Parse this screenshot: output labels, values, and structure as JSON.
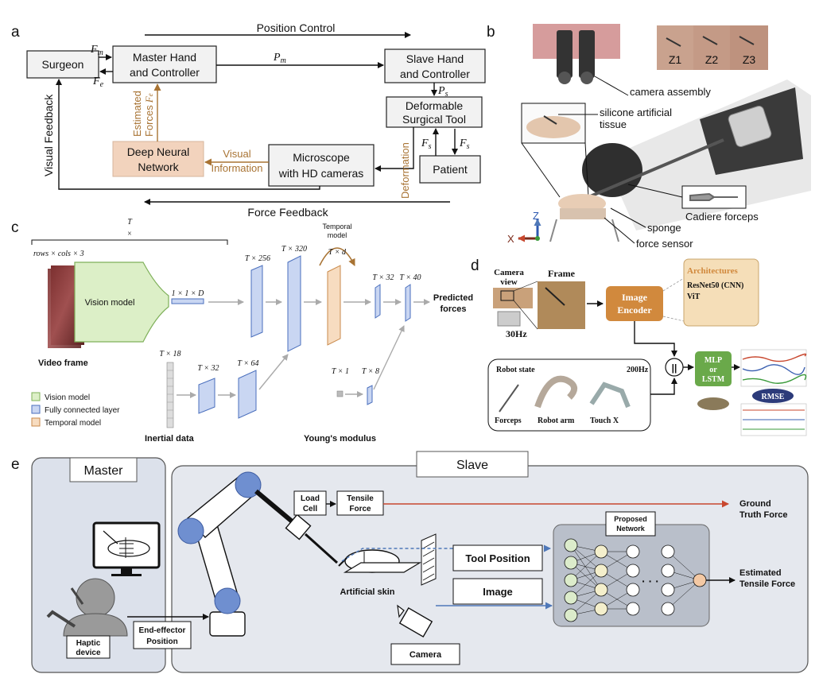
{
  "panels": {
    "a": "a",
    "b": "b",
    "c": "c",
    "d": "d",
    "e": "e"
  },
  "a": {
    "position_control": "Position Control",
    "surgeon": "Surgeon",
    "master_l1": "Master Hand",
    "master_l2": "and Controller",
    "slave_l1": "Slave Hand",
    "slave_l2": "and Controller",
    "tool_l1": "Deformable",
    "tool_l2": "Surgical Tool",
    "patient": "Patient",
    "dnn_l1": "Deep Neural",
    "dnn_l2": "Network",
    "micro_l1": "Microscope",
    "micro_l2": "with HD cameras",
    "visual_info_l1": "Visual",
    "visual_info_l2": "Information",
    "estimated_l1": "Estimated",
    "estimated_l2": "Forces",
    "visual_feedback": "Visual Feedback",
    "force_feedback": "Force Feedback",
    "deformation": "Deformation",
    "fm": "F",
    "fm_sub": "m",
    "fe": "F",
    "fe_sub": "e",
    "pm": "P",
    "pm_sub": "m",
    "ps": "P",
    "ps_sub": "s",
    "fs": "F",
    "fs_sub": "s",
    "fe_est": "F",
    "fe_est_sub": "e"
  },
  "b": {
    "camera_assembly": "camera assembly",
    "silicone_l1": "silicone artificial",
    "silicone_l2": "tissue",
    "cadiere": "Cadiere forceps",
    "sponge": "sponge",
    "force_sensor": "force sensor",
    "z1": "Z1",
    "z2": "Z2",
    "z3": "Z3",
    "axis_z": "Z",
    "axis_x": "X"
  },
  "c": {
    "t_top": "T",
    "times": "×",
    "rows_cols": "rows × cols × 3",
    "vision_model": "Vision model",
    "one_one_d": "1 × 1 × D",
    "t256": "T × 256",
    "t320": "T × 320",
    "temporal_model_l1": "Temporal",
    "temporal_model_l2": "model",
    "txd": "T × d",
    "t32a": "T × 32",
    "t40": "T × 40",
    "predicted_l1": "Predicted",
    "predicted_l2": "forces",
    "video_frame": "Video frame",
    "t18": "T × 18",
    "t32b": "T × 32",
    "t64": "T × 64",
    "t1": "T × 1",
    "t8": "T × 8",
    "legend_vision": "Vision model",
    "legend_fc": "Fully connected layer",
    "legend_temporal": "Temporal model",
    "inertial": "Inertial data",
    "youngs": "Young's modulus"
  },
  "d": {
    "camera_view_l1": "Camera",
    "camera_view_l2": "view",
    "frame": "Frame",
    "hz30": "30Hz",
    "image_enc_l1": "Image",
    "image_enc_l2": "Encoder",
    "architectures": "Architectures",
    "resnet": "ResNet50 (CNN)",
    "vit": "ViT",
    "robot_state": "Robot state",
    "hz200": "200Hz",
    "forceps": "Forceps",
    "robot_arm": "Robot arm",
    "touch_x": "Touch X",
    "concat": "||",
    "mlp_l1": "MLP",
    "mlp_l2": "or",
    "mlp_l3": "LSTM",
    "rmse": "RMSE"
  },
  "e": {
    "master": "Master",
    "slave": "Slave",
    "load_cell_l1": "Load",
    "load_cell_l2": "Cell",
    "tensile_l1": "Tensile",
    "tensile_l2": "Force",
    "ground_l1": "Ground",
    "ground_l2": "Truth Force",
    "proposed_l1": "Proposed",
    "proposed_l2": "Network",
    "tool_position": "Tool Position",
    "image": "Image",
    "artificial_skin": "Artificial skin",
    "estimated_l1": "Estimated",
    "estimated_l2": "Tensile Force",
    "haptic_l1": "Haptic",
    "haptic_l2": "device",
    "ee_l1": "End-effector",
    "ee_l2": "Position",
    "camera": "Camera",
    "dots": "· · ·"
  },
  "colors": {
    "dnn_fill": "#f2d3bd",
    "vision_green": "#dcefc7",
    "fc_blue": "#c9d6f2",
    "temporal_orange": "#f7dcc0",
    "brown_text": "#a87333",
    "encoder_orange": "#d1893d",
    "arch_fill": "#f5deb8",
    "mlp_green": "#6aa94a",
    "red_line": "#c8472e",
    "blue_line": "#4f78b8",
    "e_bg": "#e5e8ee"
  }
}
